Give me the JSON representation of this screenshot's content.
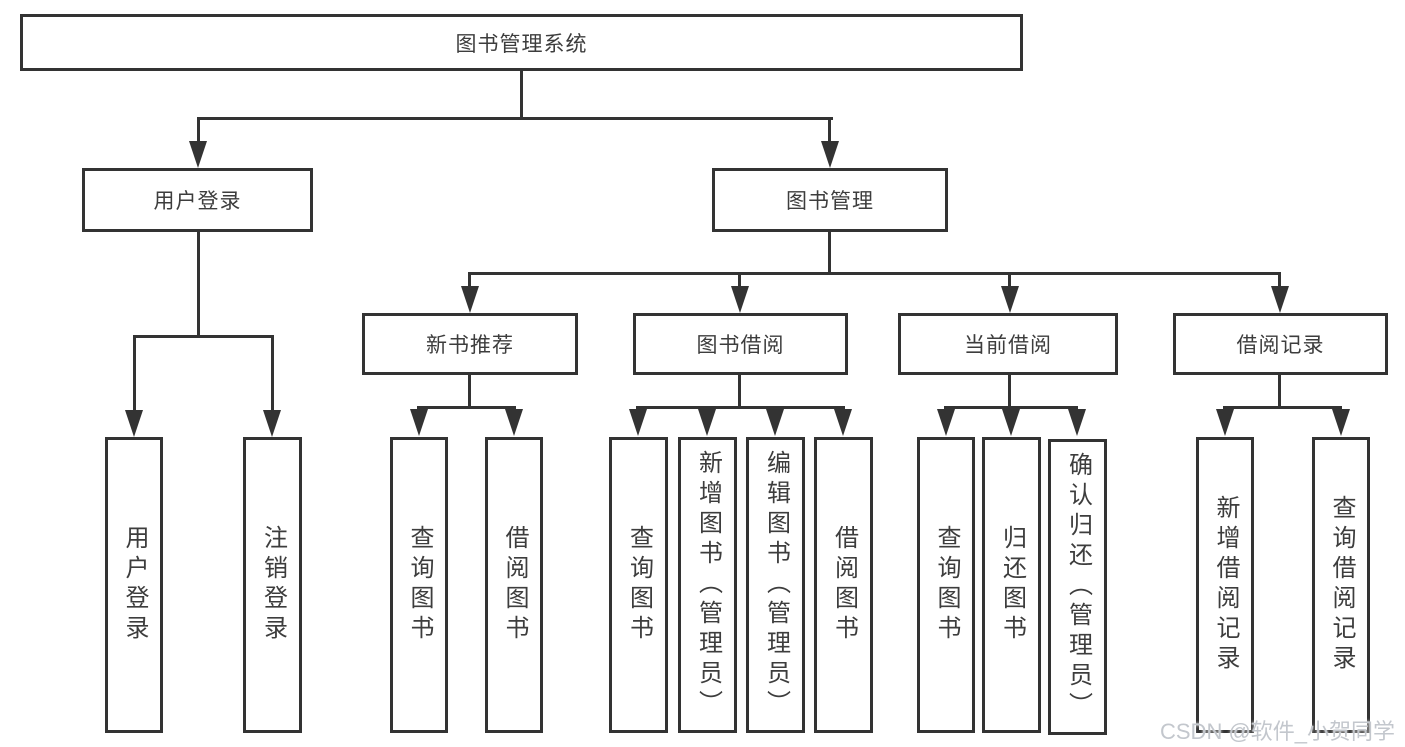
{
  "diagram": {
    "root": {
      "label": "图书管理系统"
    },
    "level2": [
      {
        "label": "用户登录"
      },
      {
        "label": "图书管理"
      }
    ],
    "level3": [
      {
        "label": "新书推荐"
      },
      {
        "label": "图书借阅"
      },
      {
        "label": "当前借阅"
      },
      {
        "label": "借阅记录"
      }
    ],
    "leaves": [
      {
        "label": "用户登录"
      },
      {
        "label": "注销登录"
      },
      {
        "label": "查询图书"
      },
      {
        "label": "借阅图书"
      },
      {
        "label": "查询图书"
      },
      {
        "label": "新增图书（管理员）"
      },
      {
        "label": "编辑图书（管理员）"
      },
      {
        "label": "借阅图书"
      },
      {
        "label": "查询图书"
      },
      {
        "label": "归还图书"
      },
      {
        "label": "确认归还（管理员）"
      },
      {
        "label": "新增借阅记录"
      },
      {
        "label": "查询借阅记录"
      }
    ]
  },
  "watermark": {
    "text": "CSDN @软件_小贺同学"
  },
  "colors": {
    "border": "#333333",
    "text": "#3d3d3d",
    "background": "#ffffff",
    "watermark": "#c3c7cd"
  }
}
